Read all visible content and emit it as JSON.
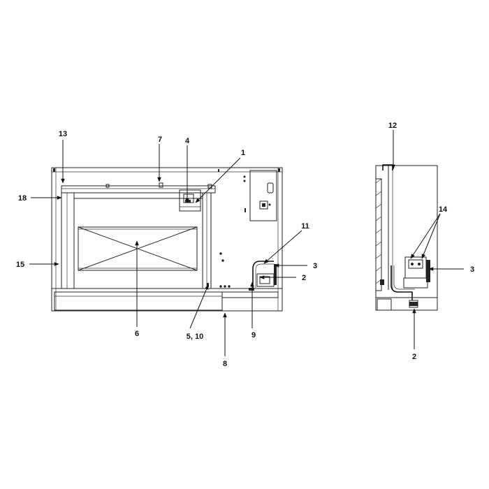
{
  "callouts": {
    "front": [
      {
        "key": "c13",
        "text": "13"
      },
      {
        "key": "c7",
        "text": "7"
      },
      {
        "key": "c4",
        "text": "4"
      },
      {
        "key": "c1",
        "text": "1"
      },
      {
        "key": "c18",
        "text": "18"
      },
      {
        "key": "c11",
        "text": "11"
      },
      {
        "key": "c15",
        "text": "15"
      },
      {
        "key": "c3",
        "text": "3"
      },
      {
        "key": "c2",
        "text": "2"
      },
      {
        "key": "c6",
        "text": "6"
      },
      {
        "key": "c510",
        "text": "5, 10"
      },
      {
        "key": "c9",
        "text": "9"
      },
      {
        "key": "c8",
        "text": "8"
      }
    ],
    "side": [
      {
        "key": "s12",
        "text": "12"
      },
      {
        "key": "s14",
        "text": "14"
      },
      {
        "key": "s3",
        "text": "3"
      },
      {
        "key": "s2",
        "text": "2"
      }
    ]
  }
}
